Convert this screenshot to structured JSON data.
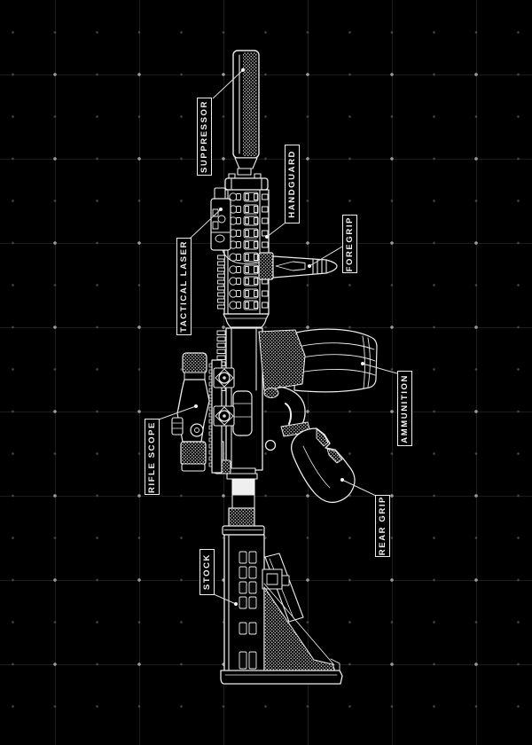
{
  "diagram": {
    "background_color": "#000000",
    "line_color": "#ededed",
    "grid_dot_color": "#9a9a9a",
    "labels": [
      {
        "id": "suppressor",
        "text": "SUPPRESSOR"
      },
      {
        "id": "handguard",
        "text": "HANDGUARD"
      },
      {
        "id": "foregrip",
        "text": "FOREGRIP"
      },
      {
        "id": "tactical-laser",
        "text": "TACTICAL LASER"
      },
      {
        "id": "rifle-scope",
        "text": "RIFLE SCOPE"
      },
      {
        "id": "ammunition",
        "text": "AMMUNITION"
      },
      {
        "id": "rear-grip",
        "text": "REAR GRIP"
      },
      {
        "id": "stock",
        "text": "STOCK"
      }
    ]
  }
}
